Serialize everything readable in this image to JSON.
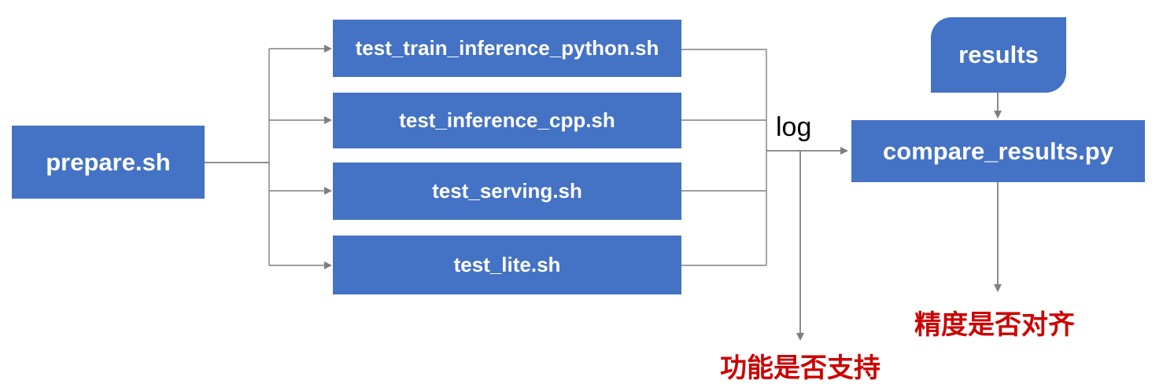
{
  "diagram": {
    "nodes": {
      "prepare": {
        "label": "prepare.sh",
        "shape": "rectangle"
      },
      "test_scripts": [
        {
          "label": "test_train_inference_python.sh",
          "shape": "rectangle"
        },
        {
          "label": "test_inference_cpp.sh",
          "shape": "rectangle"
        },
        {
          "label": "test_serving.sh",
          "shape": "rectangle"
        },
        {
          "label": "test_lite.sh",
          "shape": "rectangle"
        }
      ],
      "results": {
        "label": "results",
        "shape": "rounded-diagonal-rectangle"
      },
      "compare": {
        "label": "compare_results.py",
        "shape": "rectangle"
      }
    },
    "edges": {
      "log_label": "log",
      "flow": [
        "prepare.sh -> test_train_inference_python.sh",
        "prepare.sh -> test_inference_cpp.sh",
        "prepare.sh -> test_serving.sh",
        "prepare.sh -> test_lite.sh",
        "test scripts -> log -> compare_results.py",
        "log -> 功能是否支持",
        "results -> compare_results.py",
        "compare_results.py -> 精度是否对齐"
      ]
    },
    "annotations": {
      "function_support": "功能是否支持",
      "precision_aligned": "精度是否对齐"
    },
    "colors": {
      "node_fill": "#4472C4",
      "node_text": "#FFFFFF",
      "connector": "#7F7F7F",
      "annotation_text": "#CC0000",
      "edge_label_text": "#000000",
      "background": "#FFFFFF"
    }
  }
}
